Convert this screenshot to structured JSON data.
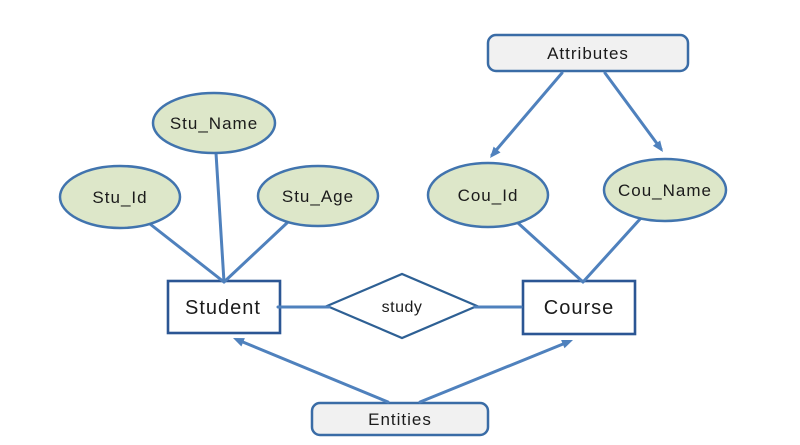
{
  "diagram": {
    "kind": "entity-relationship",
    "entities": [
      {
        "label": "Student"
      },
      {
        "label": "Course"
      }
    ],
    "relationship": {
      "label": "study",
      "connects": [
        "Student",
        "Course"
      ]
    },
    "attributes": [
      {
        "label": "Stu_Id",
        "of": "Student"
      },
      {
        "label": "Stu_Name",
        "of": "Student"
      },
      {
        "label": "Stu_Age",
        "of": "Student"
      },
      {
        "label": "Cou_Id",
        "of": "Course"
      },
      {
        "label": "Cou_Name",
        "of": "Course"
      }
    ],
    "callouts": [
      {
        "label": "Attributes",
        "points_to": [
          "Cou_Id",
          "Cou_Name"
        ]
      },
      {
        "label": "Entities",
        "points_to": [
          "Student",
          "Course"
        ]
      }
    ],
    "colors": {
      "background": "#ffffff",
      "attribute_fill": "#dde7c9",
      "attribute_border": "#4174ae",
      "entity_border": "#2b5694",
      "relationship_border": "#2e6094",
      "callout_fill": "#f1f1f1",
      "callout_border": "#3a6ca6",
      "connector": "#4f81bd",
      "text": "#1b1b1b"
    }
  }
}
